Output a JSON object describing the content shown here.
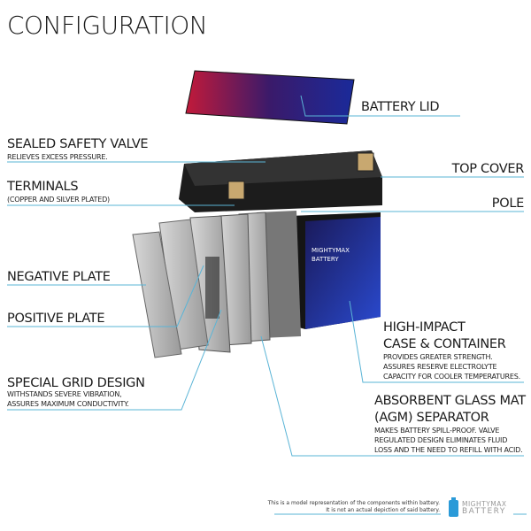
{
  "title": "CONFIGURATION",
  "labels": {
    "battery_lid": "BATTERY LID",
    "sealed_valve": "SEALED SAFETY VALVE",
    "sealed_valve_sub": "RELIEVES EXCESS PRESSURE.",
    "terminals": "TERMINALS",
    "terminals_sub": "(COPPER AND SILVER PLATED)",
    "top_cover": "TOP COVER",
    "pole": "POLE",
    "negative_plate": "NEGATIVE PLATE",
    "positive_plate": "POSITIVE PLATE",
    "grid": "SPECIAL GRID DESIGN",
    "grid_sub1": "WITHSTANDS SEVERE VIBRATION,",
    "grid_sub2": "ASSURES MAXIMUM CONDUCTIVITY.",
    "case1": "HIGH-IMPACT",
    "case2": "CASE & CONTAINER",
    "case_sub1": "PROVIDES GREATER STRENGTH.",
    "case_sub2": "ASSURES RESERVE ELECTROLYTE",
    "case_sub3": "CAPACITY FOR COOLER TEMPERATURES.",
    "agm1": "ABSORBENT GLASS MAT",
    "agm2": "(AGM) SEPARATOR",
    "agm_sub1": "MAKES BATTERY SPILL-PROOF. VALVE",
    "agm_sub2": "REGULATED DESIGN ELIMINATES FLUID",
    "agm_sub3": "LOSS AND THE NEED TO REFILL WITH ACID."
  },
  "footer": {
    "line1": "This is a model representation of the components within battery.",
    "line2": "It is not an actual depiction of said battery."
  },
  "logo": {
    "line1": "MIGHTYMAX",
    "line2": "BATTERY"
  },
  "colors": {
    "leader": "#5ab4d6",
    "accent": "#2a3fbf"
  }
}
